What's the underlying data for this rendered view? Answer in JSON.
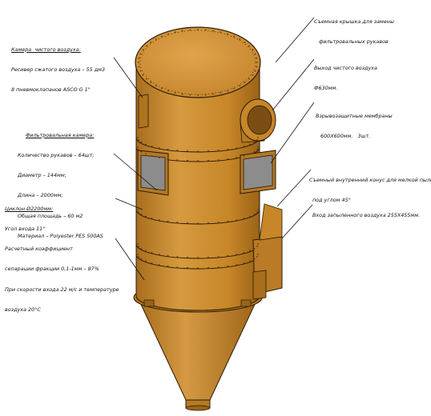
{
  "colors": {
    "body": "#c98a2e",
    "body_light": "#dba24a",
    "body_dark": "#9a6518",
    "rivet": "#5a3a10",
    "outline": "#2a1a05",
    "window_glass": "#8c8c8c",
    "leader": "#111111"
  },
  "annotations": {
    "clean_chamber": {
      "heading": "Камера  чистого воздуха:",
      "lines": [
        "Ресивер сжатого воздуха – 55 дм3",
        "8 пневмоклапанов ASCO G 1\""
      ]
    },
    "filter_chamber": {
      "heading": "Фильтровальная камера:",
      "lines": [
        "Количество рукавов – 64шт;",
        "Диаметр – 144мм;",
        "Длина – 2000мм;",
        "Общая площадь – 60 м2",
        "Материал – Polyester PES 500AS"
      ]
    },
    "cyclone": {
      "heading": "Циклон Ø2200мм:",
      "lines": [
        "Угол входа 11°",
        "Расчетный коэффициент",
        "сепарации фракции 0,1-1мм – 87%",
        "При скорости входа 22 м/с и температуре",
        "воздуха 20°С"
      ]
    },
    "removable_lid": {
      "lines": [
        "Съемная крышка для замены",
        "фильтровальных рукавов"
      ]
    },
    "clean_air_outlet": {
      "lines": [
        "Выход чистого воздуха",
        "Ф630мм."
      ]
    },
    "explosion_membranes": {
      "lines": [
        "Взрывозащитные мембраны",
        "600Х600мм.   3шт."
      ]
    },
    "inner_cone": {
      "lines": [
        "Съемный внутренний конус для мелкой пыли",
        "под углом 45°"
      ]
    },
    "dusty_air_inlet": {
      "lines": [
        "Вход запыленного воздуха 255Х455мм."
      ]
    }
  }
}
